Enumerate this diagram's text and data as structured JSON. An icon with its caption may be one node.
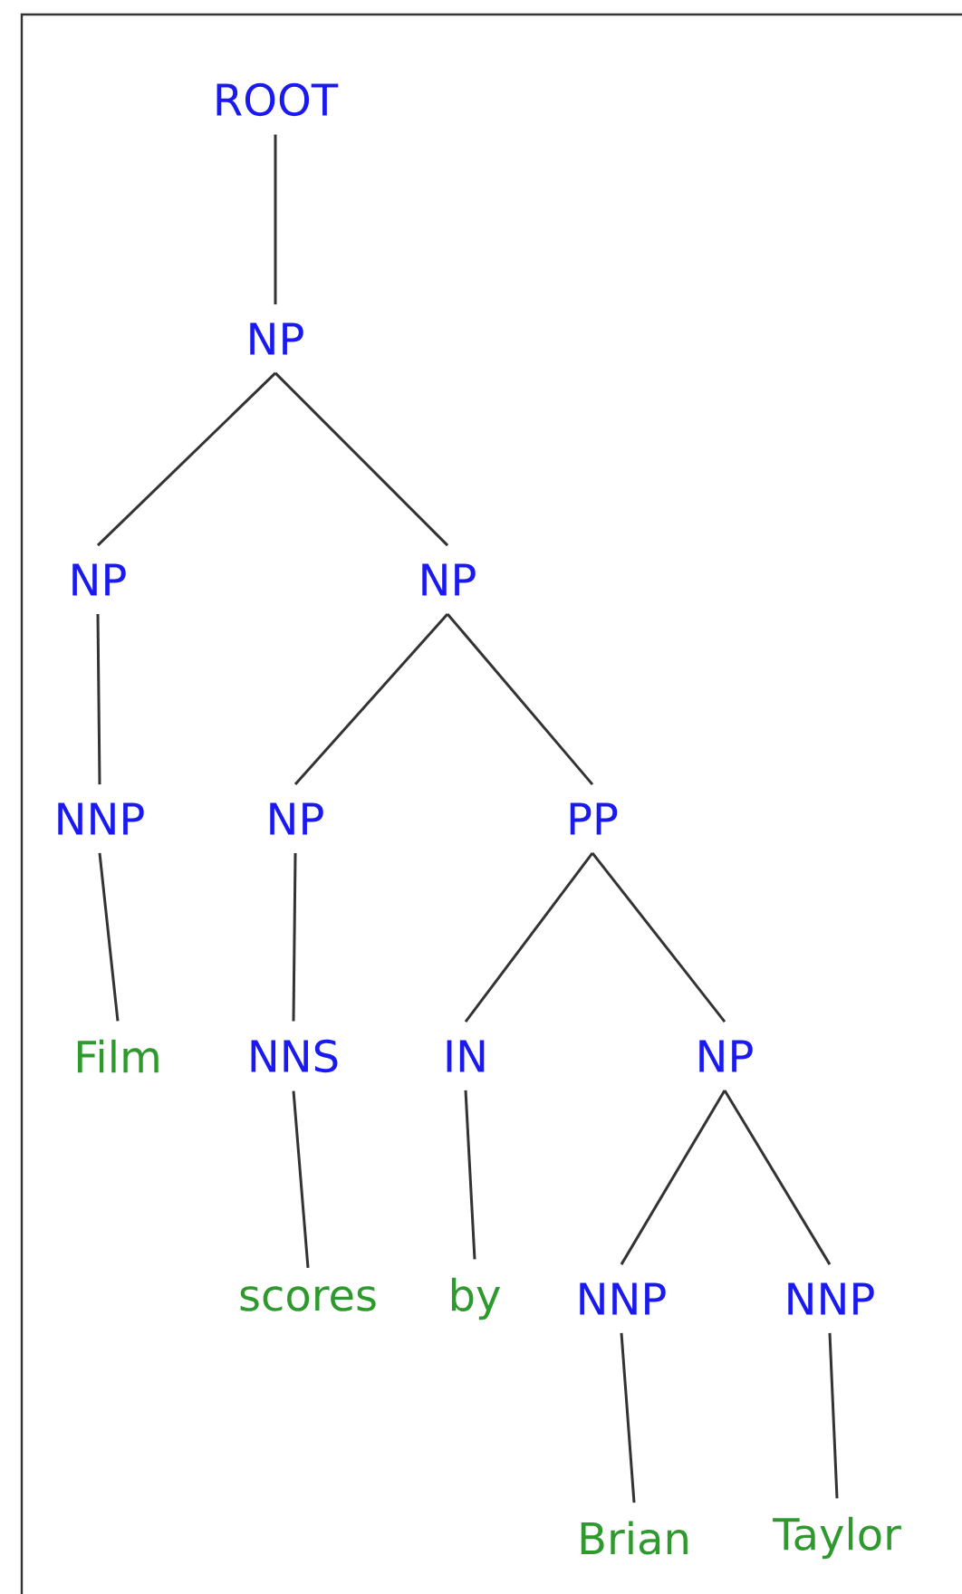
{
  "diagram": {
    "nodes": [
      {
        "text": [
          "ROOT"
        ]
      },
      {
        "text": [
          "NP"
        ]
      },
      {
        "text": [
          "NP"
        ]
      },
      {
        "text": [
          "NP"
        ]
      },
      {
        "text": [
          "NNP"
        ]
      },
      {
        "text": [
          "NP"
        ]
      },
      {
        "text": [
          "PP"
        ]
      },
      {
        "text": [
          "Film"
        ]
      },
      {
        "text": [
          "NNS"
        ]
      },
      {
        "text": [
          "IN"
        ]
      },
      {
        "text": [
          "NP"
        ]
      },
      {
        "text": [
          "scores"
        ]
      },
      {
        "text": [
          "by"
        ]
      },
      {
        "text": [
          "NNP"
        ]
      },
      {
        "text": [
          "NNP"
        ]
      },
      {
        "text": [
          "Brian"
        ]
      },
      {
        "text": [
          "Taylor"
        ]
      }
    ],
    "edges": [
      {
        "from": 0,
        "to": 1,
        "arrow": "none"
      },
      {
        "from": 1,
        "to": 2,
        "arrow": "none"
      },
      {
        "from": 1,
        "to": 3,
        "arrow": "none"
      },
      {
        "from": 2,
        "to": 4,
        "arrow": "none"
      },
      {
        "from": 3,
        "to": 5,
        "arrow": "none"
      },
      {
        "from": 3,
        "to": 6,
        "arrow": "none"
      },
      {
        "from": 4,
        "to": 7,
        "arrow": "none"
      },
      {
        "from": 5,
        "to": 8,
        "arrow": "none"
      },
      {
        "from": 6,
        "to": 9,
        "arrow": "none"
      },
      {
        "from": 6,
        "to": 10,
        "arrow": "none"
      },
      {
        "from": 8,
        "to": 11,
        "arrow": "none"
      },
      {
        "from": 9,
        "to": 12,
        "arrow": "none"
      },
      {
        "from": 10,
        "to": 13,
        "arrow": "none"
      },
      {
        "from": 10,
        "to": 14,
        "arrow": "none"
      },
      {
        "from": 13,
        "to": 15,
        "arrow": "none"
      },
      {
        "from": 14,
        "to": 16,
        "arrow": "none"
      }
    ]
  }
}
